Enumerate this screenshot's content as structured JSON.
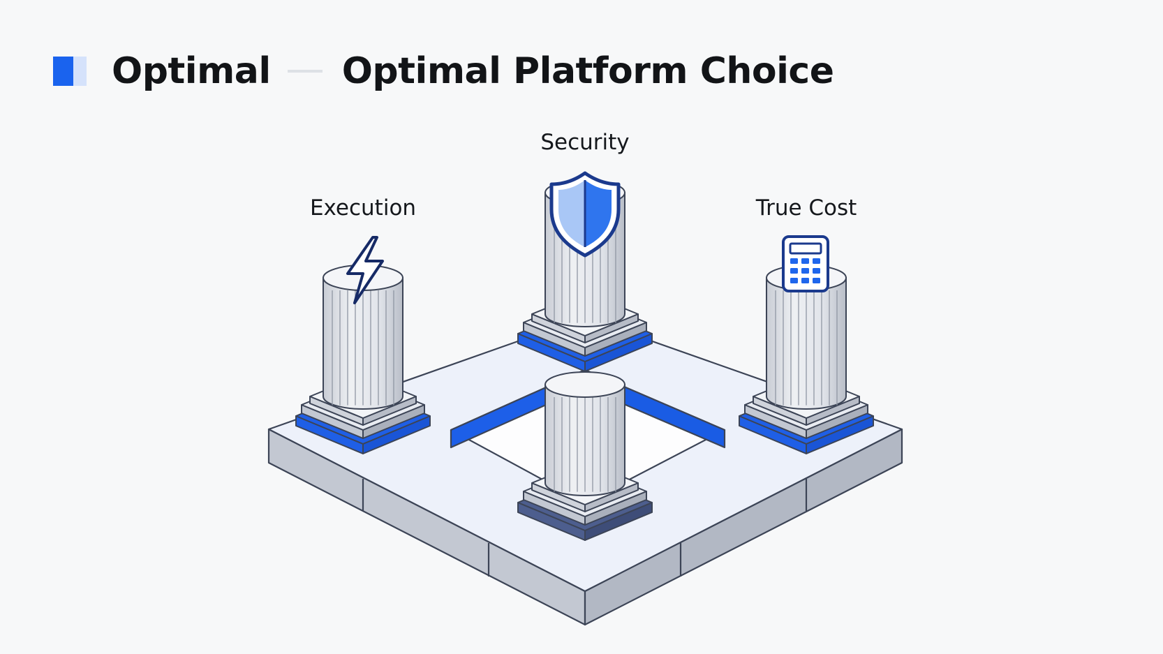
{
  "header": {
    "short_title": "Optimal",
    "title": "Optimal Platform Choice"
  },
  "pillars": [
    {
      "label": "Execution",
      "icon": "lightning-bolt-icon"
    },
    {
      "label": "Security",
      "icon": "shield-icon"
    },
    {
      "label": "True Cost",
      "icon": "calculator-icon"
    },
    {
      "label": "",
      "icon": ""
    }
  ],
  "colors": {
    "accent": "#1a63ee",
    "accent_light": "#d5e2fb",
    "pillar": "#dcdfe5",
    "outline": "#3c4456",
    "platform_top": "#edf1fa",
    "platform_side": "#c3c8d2"
  }
}
